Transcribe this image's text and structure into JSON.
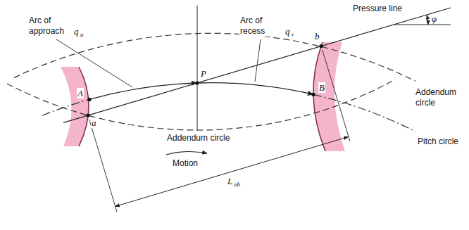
{
  "diagram": {
    "labels": [
      "Arc of approach",
      "q",
      "a",
      "Arc of recess",
      "q",
      "r",
      "Pressure line",
      "φ",
      "P",
      "b",
      "A",
      "B",
      "a",
      "Addendum circle",
      "Addendum circle",
      "Pitch circle",
      "Motion",
      "L",
      "ab"
    ]
  }
}
